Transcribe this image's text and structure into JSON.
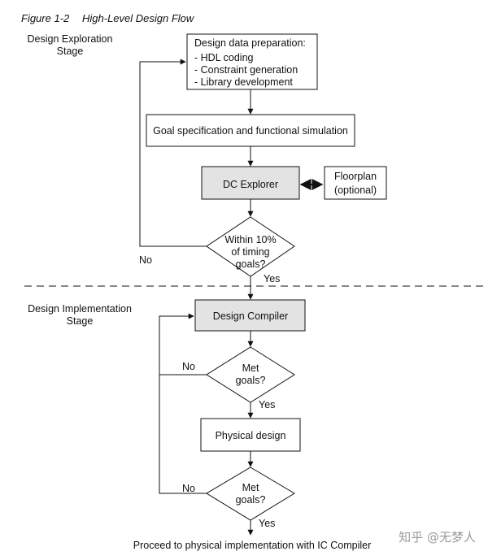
{
  "figure": {
    "number": "Figure 1-2",
    "title": "High-Level Design Flow"
  },
  "stages": {
    "exploration": [
      "Design Exploration",
      "Stage"
    ],
    "implementation": [
      "Design Implementation",
      "Stage"
    ]
  },
  "nodes": {
    "data_prep": {
      "heading": "Design data preparation:",
      "items": [
        "- HDL coding",
        "- Constraint generation",
        "- Library development"
      ]
    },
    "goal_spec": "Goal specification and functional simulation",
    "dc_explorer": "DC Explorer",
    "floorplan": [
      "Floorplan",
      "(optional)"
    ],
    "decision_timing": [
      "Within 10%",
      "of timing",
      "goals?"
    ],
    "design_compiler": "Design Compiler",
    "decision_met_1": [
      "Met",
      "goals?"
    ],
    "physical_design": "Physical design",
    "decision_met_2": [
      "Met",
      "goals?"
    ],
    "final_step": "Proceed to physical implementation with IC Compiler"
  },
  "edge_labels": {
    "no_1": "No",
    "yes_1": "Yes",
    "no_2": "No",
    "yes_2": "Yes",
    "no_3": "No",
    "yes_3": "Yes"
  },
  "watermark": "知乎 @无梦人",
  "colors": {
    "box_fill_highlight": "#e3e3e3",
    "line": "#111111",
    "watermark": "#9a9a9a"
  }
}
